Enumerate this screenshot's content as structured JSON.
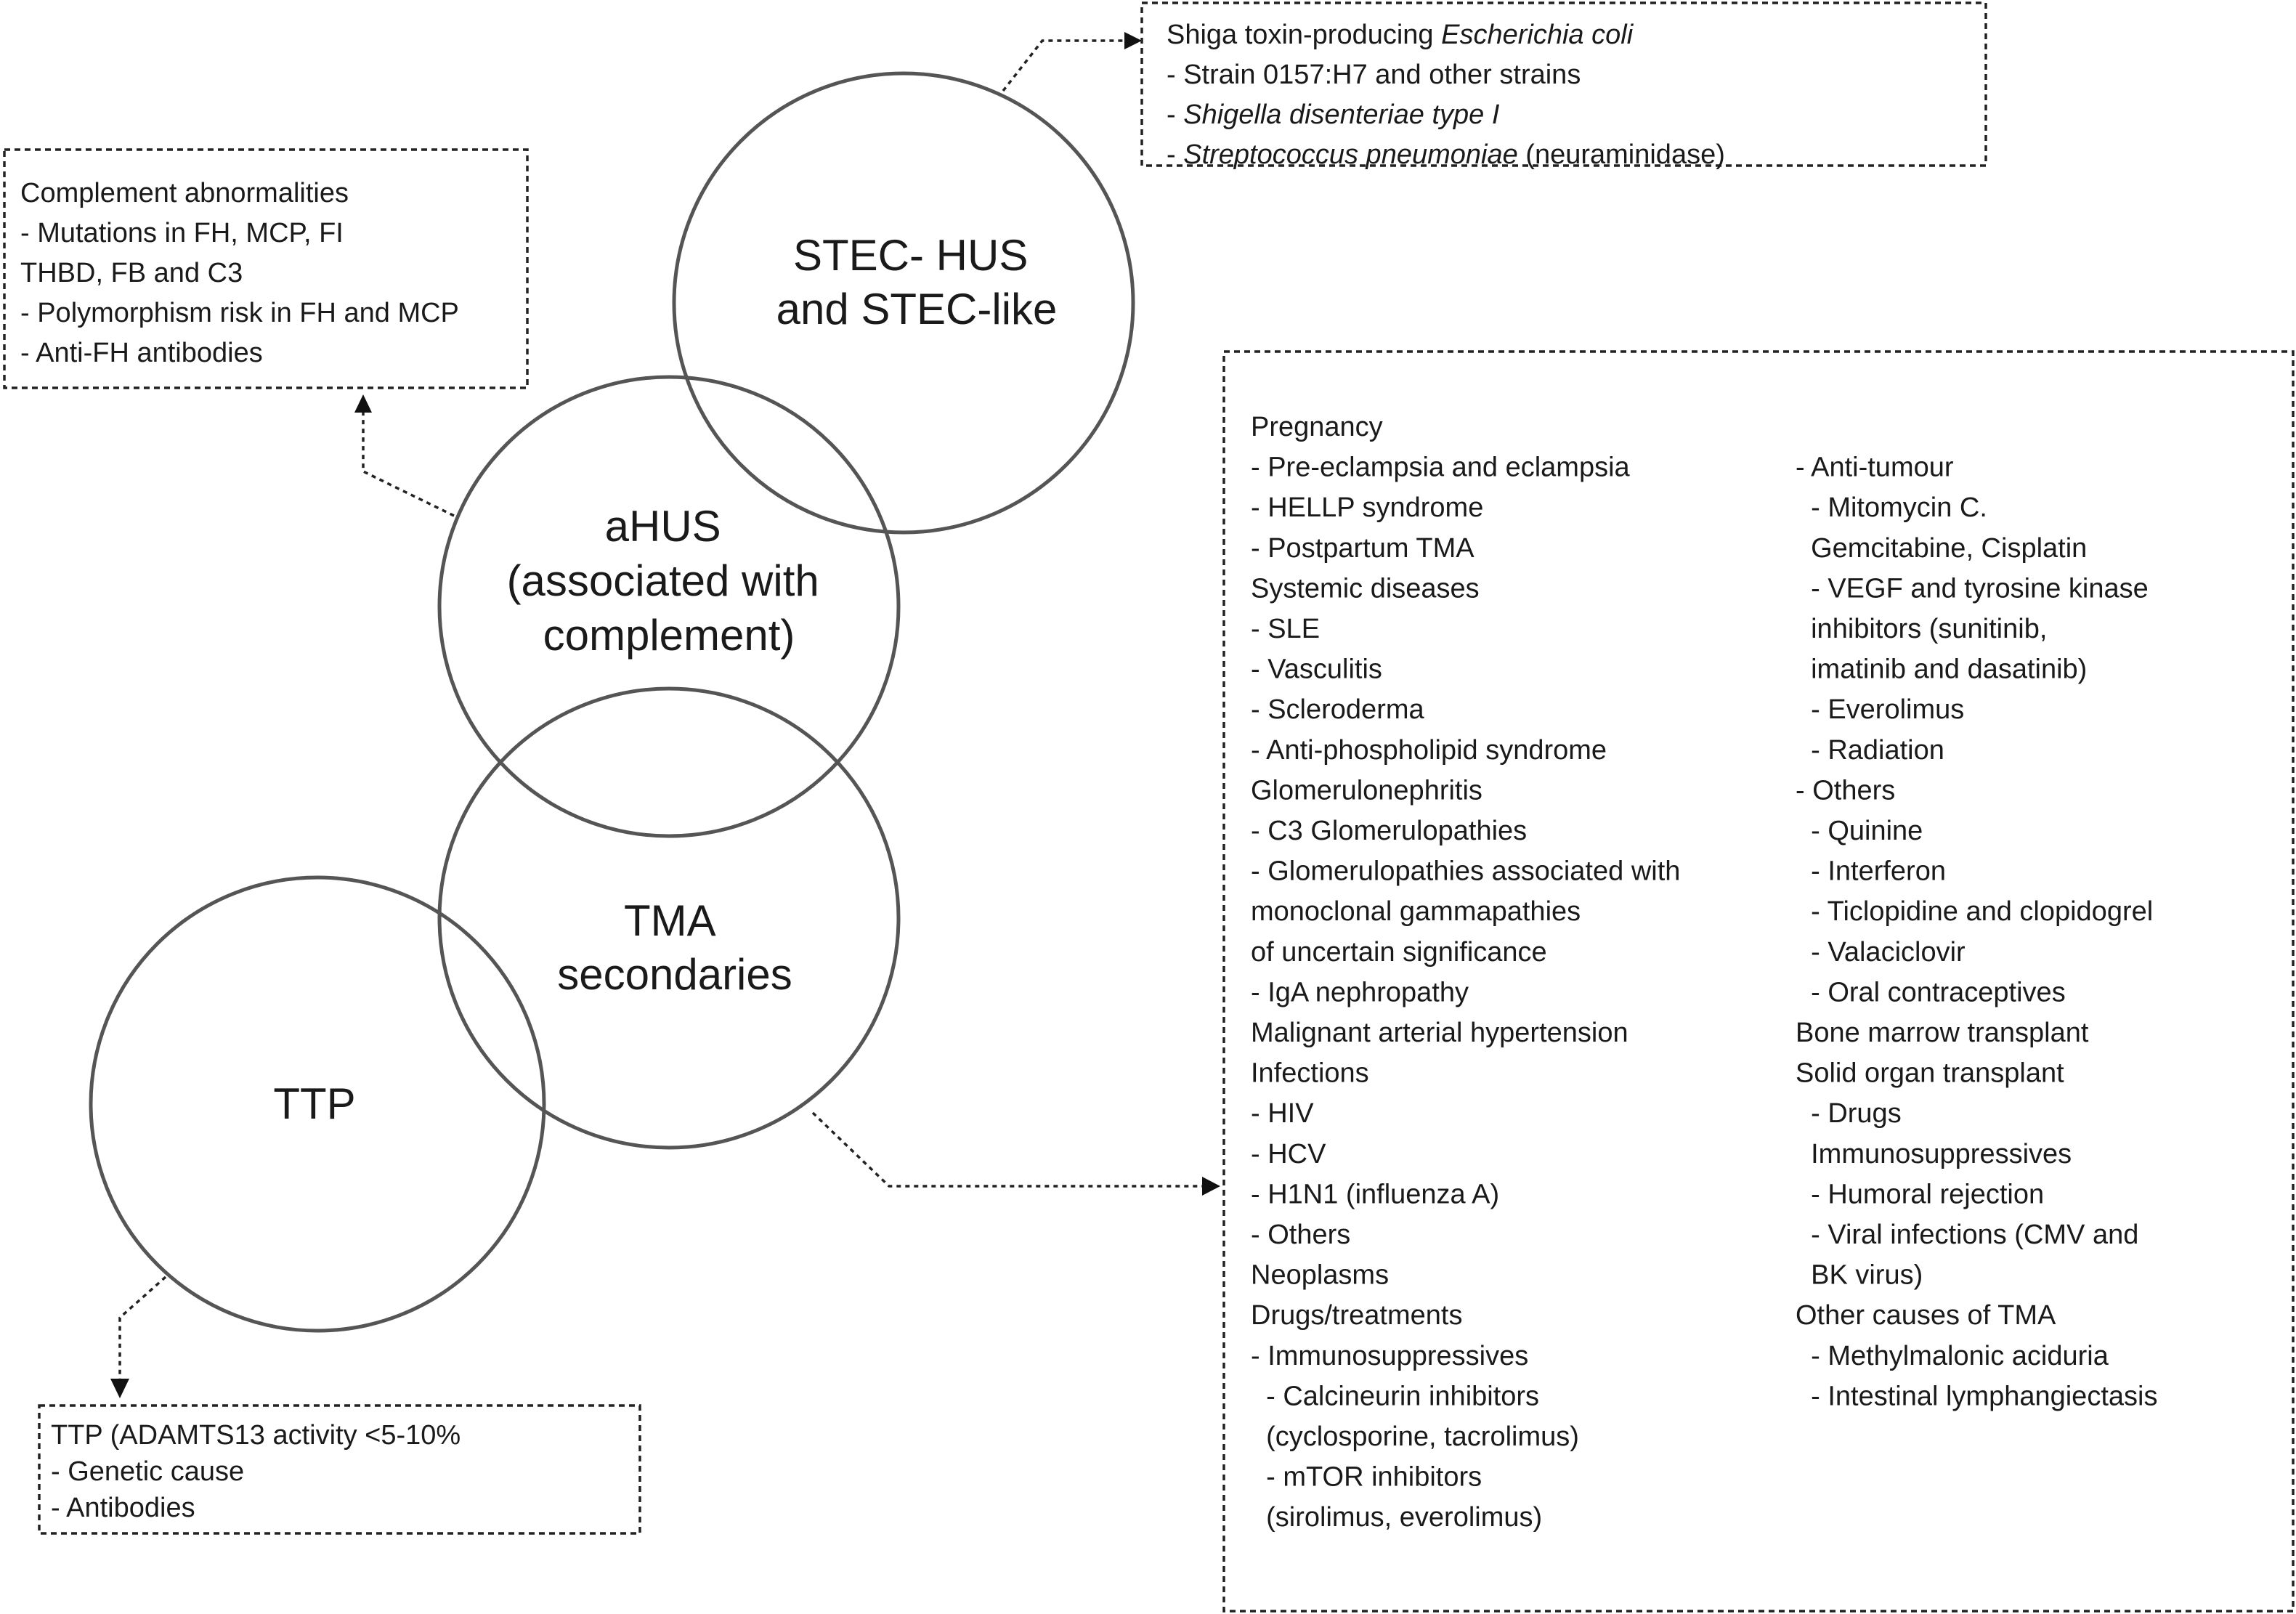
{
  "circles": {
    "stec": [
      "STEC- HUS",
      "and STEC-like"
    ],
    "ahus": [
      "aHUS",
      "(associated with",
      "complement)"
    ],
    "tma": [
      "TMA",
      "secondaries"
    ],
    "ttp": [
      "TTP"
    ]
  },
  "stec_box": {
    "lines": [
      [
        {
          "t": "Shiga toxin-producing "
        },
        {
          "t": "Escherichia coli",
          "style": "italic"
        }
      ],
      [
        {
          "t": "- Strain 0157:H7 and other strains"
        }
      ],
      [
        {
          "t": "- "
        },
        {
          "t": "Shigella disenteriae type I",
          "style": "italic"
        }
      ],
      [
        {
          "t": "- "
        },
        {
          "t": "Streptococcus pneumoniae",
          "style": "italic"
        },
        {
          "t": " (neuraminidase)"
        }
      ]
    ]
  },
  "complement_box": {
    "lines": [
      [
        {
          "t": "Complement abnormalities"
        }
      ],
      [
        {
          "t": "- Mutations in FH, MCP, FI"
        }
      ],
      [
        {
          "t": "THBD, FB and C3"
        }
      ],
      [
        {
          "t": "- Polymorphism risk in FH and MCP"
        }
      ],
      [
        {
          "t": "- Anti-FH antibodies"
        }
      ]
    ]
  },
  "ttp_box": {
    "lines": [
      [
        {
          "t": "TTP (ADAMTS13 activity <5-10%"
        }
      ],
      [
        {
          "t": "- Genetic cause"
        }
      ],
      [
        {
          "t": "- Antibodies"
        }
      ]
    ]
  },
  "secondary_box": {
    "left": [
      "Pregnancy",
      "- Pre-eclampsia and eclampsia",
      "- HELLP syndrome",
      "- Postpartum TMA",
      "Systemic diseases",
      "- SLE",
      "- Vasculitis",
      "- Scleroderma",
      "- Anti-phospholipid syndrome",
      "Glomerulonephritis",
      "- C3 Glomerulopathies",
      "- Glomerulopathies associated with",
      "monoclonal gammapathies",
      "of uncertain significance",
      "- IgA nephropathy",
      "Malignant arterial hypertension",
      "Infections",
      "- HIV",
      "- HCV",
      "- H1N1 (influenza A)",
      "- Others",
      "Neoplasms",
      "Drugs/treatments",
      "- Immunosuppressives",
      "  - Calcineurin inhibitors",
      "  (cyclosporine, tacrolimus)",
      "  - mTOR inhibitors",
      "  (sirolimus, everolimus)"
    ],
    "right": [
      "- Anti-tumour",
      "  - Mitomycin C.",
      "  Gemcitabine, Cisplatin",
      "  - VEGF and tyrosine kinase",
      "  inhibitors (sunitinib,",
      "  imatinib and dasatinib)",
      "  - Everolimus",
      "  - Radiation",
      "- Others",
      "  - Quinine",
      "  - Interferon",
      "  - Ticlopidine and clopidogrel",
      "  - Valaciclovir",
      "  - Oral contraceptives",
      "Bone marrow transplant",
      "Solid organ transplant",
      "  - Drugs",
      "  Immunosuppressives",
      "  - Humoral rejection",
      "  - Viral infections (CMV and",
      "  BK virus)",
      "Other causes of TMA",
      "  - Methylmalonic aciduria",
      "  - Intestinal lymphangiectasis"
    ]
  }
}
